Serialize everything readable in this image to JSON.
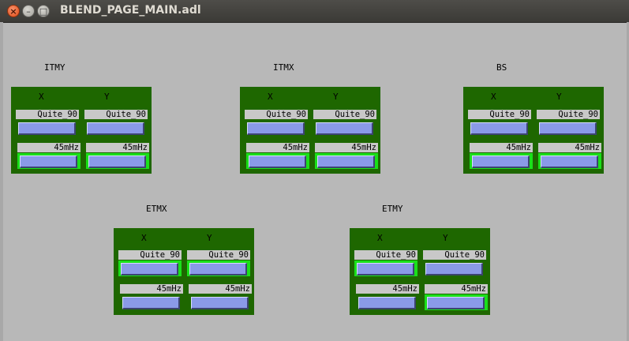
{
  "window": {
    "title": "BLEND_PAGE_MAIN.adl",
    "close_glyph": "×",
    "min_glyph": "–",
    "max_glyph": "□"
  },
  "groups": [
    {
      "name": "ITMY",
      "x_label": "X",
      "y_label": "Y",
      "x_top": "Quite_90",
      "y_top": "Quite_90",
      "x_bottom": "45mHz",
      "y_bottom": "45mHz"
    },
    {
      "name": "ITMX",
      "x_label": "X",
      "y_label": "Y",
      "x_top": "Quite_90",
      "y_top": "Quite_90",
      "x_bottom": "45mHz",
      "y_bottom": "45mHz"
    },
    {
      "name": "BS",
      "x_label": "X",
      "y_label": "Y",
      "x_top": "Quite_90",
      "y_top": "Quite_90",
      "x_bottom": "45mHz",
      "y_bottom": "45mHz"
    },
    {
      "name": "ETMX",
      "x_label": "X",
      "y_label": "Y",
      "x_top": "Quite_90",
      "y_top": "Quite_90",
      "x_bottom": "45mHz",
      "y_bottom": "45mHz"
    },
    {
      "name": "ETMY",
      "x_label": "X",
      "y_label": "Y",
      "x_top": "Quite_90",
      "y_top": "Quite_90",
      "x_bottom": "45mHz",
      "y_bottom": "45mHz"
    }
  ],
  "colors": {
    "panel_bg": "#1e6700",
    "active_highlight": "#1adf1a",
    "button_face": "#8a9ae8",
    "screen_bg": "#b8b8b8"
  }
}
